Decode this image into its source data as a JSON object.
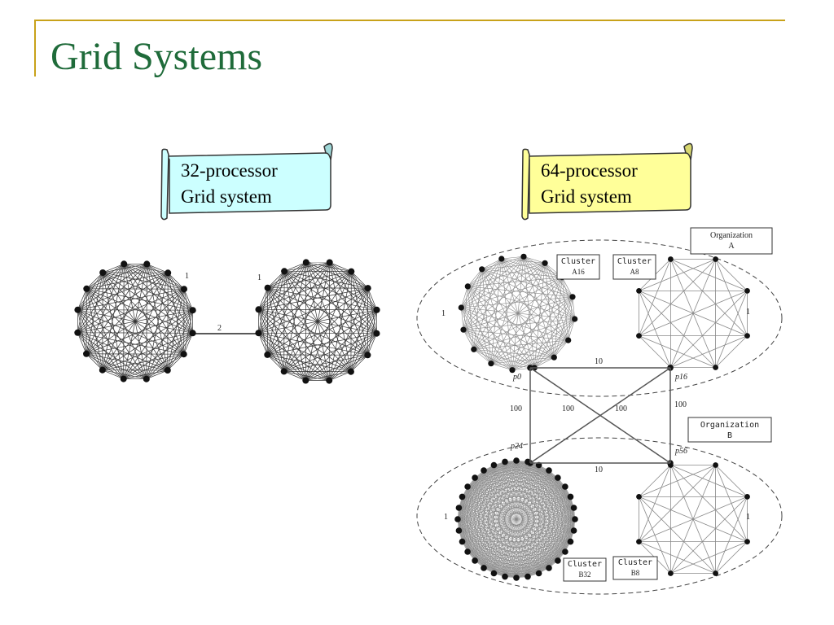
{
  "slide": {
    "title": "Grid Systems"
  },
  "scrolls": [
    {
      "line1": "32-processor",
      "line2": "Grid system",
      "fill": "#ccffff"
    },
    {
      "line1": "64-processor",
      "line2": "Grid system",
      "fill": "#ffff99"
    }
  ],
  "grid32": {
    "intra_weight": "1",
    "inter_weight": "2"
  },
  "grid64": {
    "org_a": {
      "line1": "Organization",
      "line2": "A"
    },
    "org_b": {
      "line1": "Organization",
      "line2": "B"
    },
    "clusters": {
      "a16": {
        "name": "Cluster",
        "id": "A16"
      },
      "a8": {
        "name": "Cluster",
        "id": "A8"
      },
      "b32": {
        "name": "Cluster",
        "id": "B32"
      },
      "b8": {
        "name": "Cluster",
        "id": "B8"
      }
    },
    "intra_weight": "1",
    "intra_org_weight": "10",
    "inter_org_weight": "100",
    "gateways": {
      "p0": "p0",
      "p16": "p16",
      "p24": "p24",
      "p56": "p56"
    }
  }
}
